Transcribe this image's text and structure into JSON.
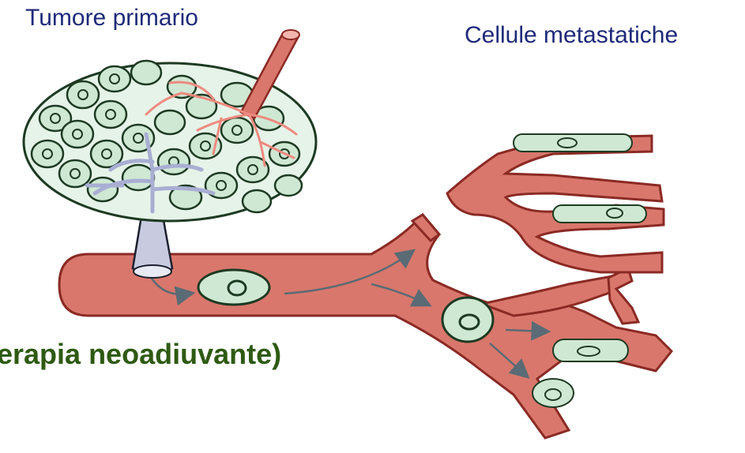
{
  "labels": {
    "primary_tumor": "Tumore primario",
    "metastatic_cells": "Cellule metastatiche",
    "therapy": "erapia neoadiuvante)"
  },
  "colors": {
    "vessel_fill": "#d9776c",
    "vessel_stroke": "#8a2a24",
    "cell_fill": "#cfe8d3",
    "cell_stroke": "#1d3a22",
    "lymph_vessel": "#a9aed3",
    "capillary": "#ee8a80",
    "label_blue": "#1f2a7a",
    "label_green": "#2e5a12"
  }
}
